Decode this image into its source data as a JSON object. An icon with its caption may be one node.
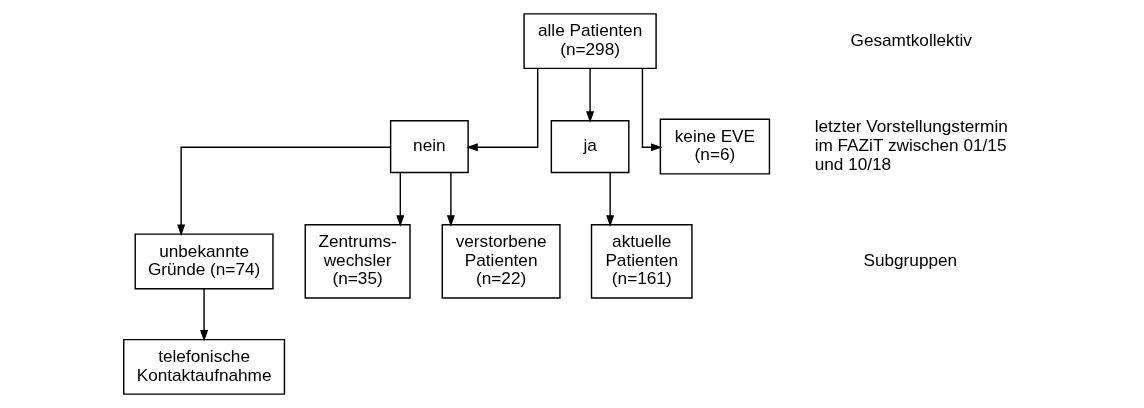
{
  "diagram": {
    "nodes": [
      {
        "text": [
          "alle Patienten (n=298)"
        ]
      },
      {
        "text": [
          "nein"
        ]
      },
      {
        "text": [
          "ja"
        ]
      },
      {
        "text": [
          "keine EVE (n=6)"
        ]
      },
      {
        "text": [
          "unbekannte Gründe (n=74)"
        ]
      },
      {
        "text": [
          "Zentrums- wechsler (n=35)"
        ]
      },
      {
        "text": [
          "verstorbene Patienten (n=22)"
        ]
      },
      {
        "text": [
          "aktuelle Patienten (n=161)"
        ]
      },
      {
        "text": [
          "telefonische Kontaktaufnahme"
        ]
      }
    ],
    "edges": [
      {
        "from": 0,
        "to": 1,
        "arrow": "to"
      },
      {
        "from": 0,
        "to": 2,
        "arrow": "to"
      },
      {
        "from": 0,
        "to": 3,
        "arrow": "to"
      },
      {
        "from": 1,
        "to": 4,
        "arrow": "to"
      },
      {
        "from": 1,
        "to": 5,
        "arrow": "to"
      },
      {
        "from": 1,
        "to": 6,
        "arrow": "to"
      },
      {
        "from": 2,
        "to": 7,
        "arrow": "to"
      },
      {
        "from": 4,
        "to": 8,
        "arrow": "to"
      }
    ],
    "labels": [
      "Gesamtkollektiv",
      "letzter Vorstellungstermin im FAZiT zwischen 01/15 und 10/18",
      "Subgruppen"
    ]
  }
}
